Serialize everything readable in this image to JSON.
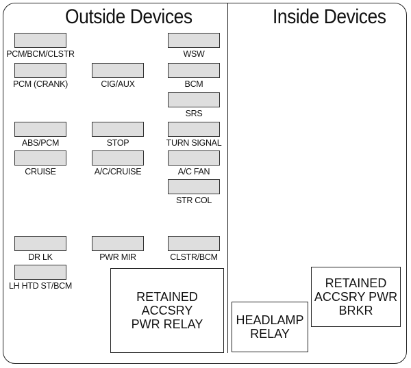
{
  "diagram": {
    "sections": [
      {
        "title": "Outside Devices"
      },
      {
        "title": "Inside Devices"
      }
    ],
    "outside": {
      "col1": [
        "PCM/BCM/CLSTR",
        "PCM (CRANK)",
        "ABS/PCM",
        "CRUISE",
        "DR LK",
        "LH HTD ST/BCM"
      ],
      "col2": [
        "CIG/AUX",
        "STOP",
        "A/C/CRUISE",
        "PWR MIR"
      ],
      "col3": [
        "WSW",
        "BCM",
        "SRS",
        "TURN SIGNAL",
        "A/C FAN",
        "STR COL",
        "CLSTR/BCM"
      ],
      "relays": [
        {
          "lines": [
            "RETAINED",
            "ACCSRY",
            "PWR RELAY"
          ]
        }
      ]
    },
    "inside": {
      "relays": [
        {
          "lines": [
            "HEADLAMP",
            "RELAY"
          ]
        },
        {
          "lines": [
            "RETAINED",
            "ACCSRY PWR",
            "BRKR"
          ]
        }
      ]
    },
    "colors": {
      "fuse_fill": "#dedede",
      "outline": "#222222"
    }
  }
}
